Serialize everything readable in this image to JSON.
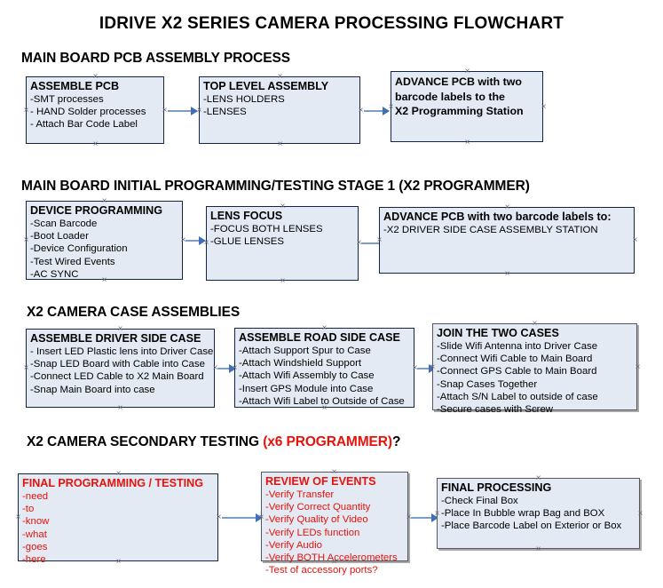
{
  "title": "IDRIVE X2  SERIES CAMERA PROCESSING FLOWCHART",
  "colors": {
    "box_fill": "#e4eaf4",
    "box_border": "#12263f",
    "arrow": "#3f6fb5",
    "accent_red": "#e8120a",
    "text": "#000000"
  },
  "sections": [
    {
      "id": "main-board-pcb-assembly-process",
      "header": "MAIN BOARD PCB ASSEMBLY PROCESS",
      "header_accent": "",
      "header_tail": "",
      "boxes": [
        {
          "title": "ASSEMBLE PCB",
          "lines": [
            "-SMT processes",
            "- HAND Solder processes",
            "- Attach Bar Code Label"
          ]
        },
        {
          "title": "TOP LEVEL ASSEMBLY",
          "lines": [
            "-LENS HOLDERS",
            "-LENSES"
          ]
        },
        {
          "title": "ADVANCE PCB with two",
          "lines": [
            "barcode labels to the",
            " X2 Programming Station"
          ]
        }
      ]
    },
    {
      "id": "main-board-initial-programming-testing-stage-1",
      "header": "MAIN BOARD INITIAL PROGRAMMING/TESTING STAGE 1 (X2 PROGRAMMER)",
      "header_accent": "",
      "header_tail": "",
      "boxes": [
        {
          "title": "DEVICE PROGRAMMING",
          "lines": [
            "-Scan Barcode",
            "-Boot Loader",
            "-Device Configuration",
            "-Test Wired Events",
            "-AC SYNC"
          ]
        },
        {
          "title": "LENS FOCUS",
          "lines": [
            "-FOCUS BOTH LENSES",
            "-GLUE LENSES"
          ]
        },
        {
          "title": "ADVANCE PCB with two barcode labels to:",
          "lines": [
            "-X2 DRIVER  SIDE  CASE  ASSEMBLY STATION"
          ]
        }
      ]
    },
    {
      "id": "x2-camera-case-assemblies",
      "header": "X2 CAMERA CASE ASSEMBLIES",
      "header_accent": "",
      "header_tail": "",
      "boxes": [
        {
          "title": "ASSEMBLE DRIVER SIDE CASE",
          "lines": [
            "- Insert LED Plastic lens into Driver Case",
            "-Snap LED Board with Cable into Case",
            "-Connect LED Cable to X2 Main Board",
            "-Snap Main Board into case"
          ]
        },
        {
          "title": "ASSEMBLE ROAD SIDE CASE",
          "lines": [
            "-Attach Support Spur to Case",
            "-Attach Windshield Support",
            "-Attach Wifi Assembly to Case",
            "-Insert GPS Module into Case",
            "-Attach Wifi Label to Outside of Case"
          ]
        },
        {
          "title": "JOIN THE TWO CASES",
          "lines": [
            "-Slide Wifi Antenna into Driver Case",
            "-Connect Wifi Cable to Main Board",
            "-Connect GPS Cable to Main Board",
            "-Snap Cases Together",
            "-Attach S/N Label to outside of case",
            "-Secure cases with Screw"
          ]
        }
      ]
    },
    {
      "id": "x2-camera-secondary-testing",
      "header": "X2 CAMERA SECONDARY TESTING ",
      "header_accent": "(x6 PROGRAMMER)",
      "header_tail": "?",
      "boxes": [
        {
          "title": "FINAL PROGRAMMING / TESTING",
          "lines": [
            "-need",
            "-to",
            "-know",
            "-what",
            "-goes",
            "-here"
          ]
        },
        {
          "title": "REVIEW OF EVENTS",
          "lines": [
            "-Verify Transfer",
            "-Verify Correct Quantity",
            "-Verify Quality of Video",
            "-Verify LEDs function",
            "-Verify Audio",
            "-Verify BOTH Accelerometers",
            "-Test of accessory ports?"
          ]
        },
        {
          "title": "FINAL PROCESSING",
          "lines": [
            " -Check Final Box",
            "-Place In Bubble wrap Bag and BOX",
            "-Place Barcode Label on Exterior or Box"
          ]
        }
      ]
    }
  ]
}
